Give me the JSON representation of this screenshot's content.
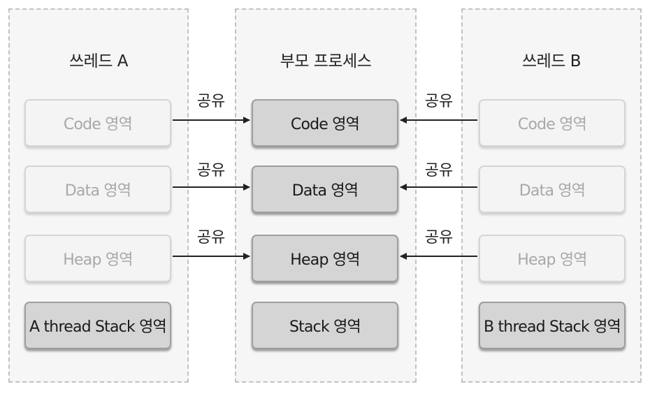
{
  "panels": {
    "thread_a": {
      "title": "쓰레드 A",
      "boxes": [
        "Code 영역",
        "Data 영역",
        "Heap 영역",
        "A thread Stack 영역"
      ]
    },
    "parent": {
      "title": "부모 프로세스",
      "boxes": [
        "Code 영역",
        "Data 영역",
        "Heap 영역",
        "Stack 영역"
      ]
    },
    "thread_b": {
      "title": "쓰레드 B",
      "boxes": [
        "Code 영역",
        "Data 영역",
        "Heap 영역",
        "B thread Stack 영역"
      ]
    }
  },
  "edges": {
    "label": "공유"
  },
  "colors": {
    "arrow": "#222222"
  }
}
